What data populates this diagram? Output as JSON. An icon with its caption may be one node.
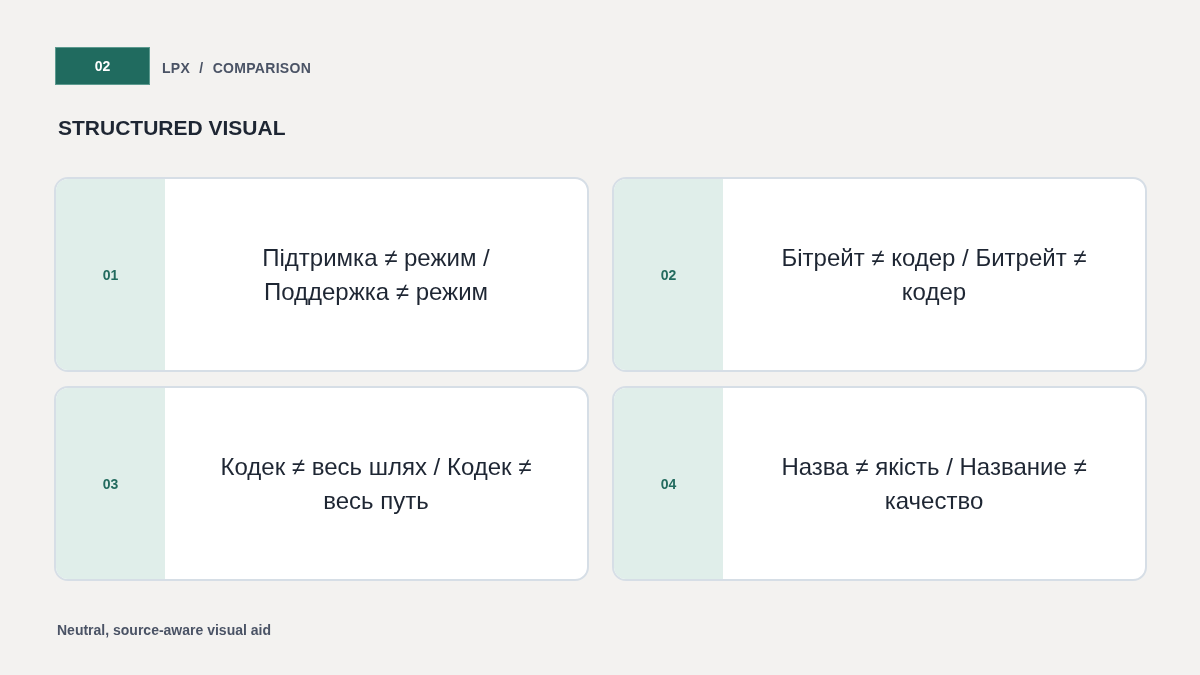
{
  "diagram": {
    "title": "STRUCTURED VISUAL",
    "caption": "Neutral, source-aware visual aid",
    "nodes": [
      {
        "text": [
          "02"
        ]
      },
      {
        "text": [
          "01",
          "Підтримка ≠ режим / Поддержка ≠ режим"
        ]
      },
      {
        "text": [
          "02",
          "Бітрейт ≠ кодер / Битрейт ≠ кодер"
        ]
      },
      {
        "text": [
          "03",
          "Кодек ≠ весь шлях / Кодек ≠ весь путь"
        ]
      },
      {
        "text": [
          "04",
          "Назва ≠ якість / Название ≠ качество"
        ]
      }
    ],
    "labels": [
      "LPX / COMPARISON"
    ]
  }
}
